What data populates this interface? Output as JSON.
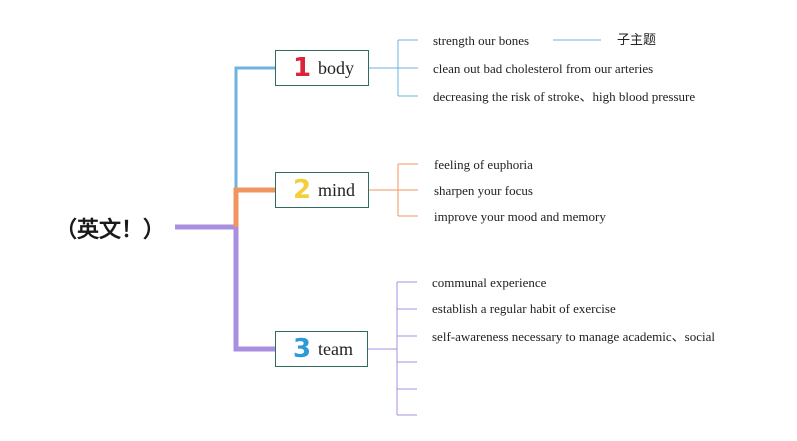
{
  "root": {
    "label": "（英文！）"
  },
  "colors": {
    "body": "#6db3df",
    "mind": "#f0955f",
    "team": "#a98fe0",
    "root": "#a98fe0",
    "num1": "#d9243a",
    "num2": "#f2cf3b",
    "num3": "#2d9ad8",
    "node_border": "#2f6b5e"
  },
  "branches": [
    {
      "id": "body",
      "number": "1",
      "label": "body",
      "leaves": [
        "strength our bones",
        "clean out bad cholesterol from our arteries",
        "decreasing the risk of stroke、high blood pressure"
      ],
      "sub_topic": "子主题"
    },
    {
      "id": "mind",
      "number": "2",
      "label": "mind",
      "leaves": [
        "feeling of euphoria",
        "sharpen your focus",
        "improve your mood and memory"
      ]
    },
    {
      "id": "team",
      "number": "3",
      "label": "team",
      "leaves": [
        "communal experience",
        "establish a regular habit of exercise",
        "self-awareness necessary to manage academic、social",
        "",
        "",
        ""
      ]
    }
  ]
}
